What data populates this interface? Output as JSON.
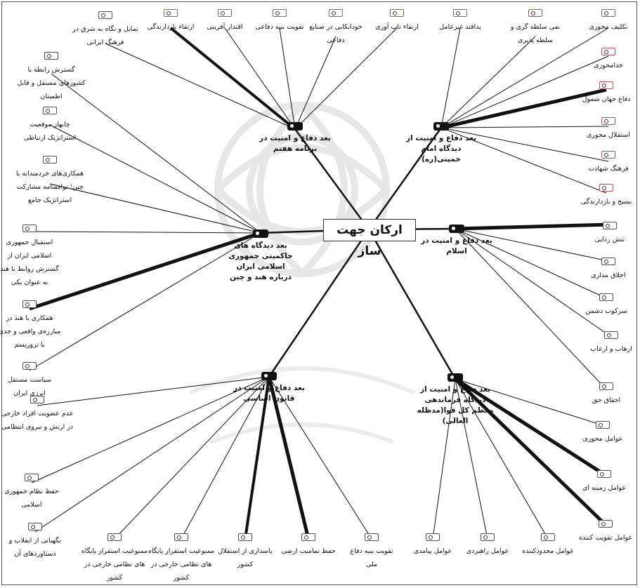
{
  "center_title": "ارکان جهت ساز",
  "branches": [
    {
      "id": "b1",
      "label": "بعد دفاع و امنیت در برنامه هفتم"
    },
    {
      "id": "b2",
      "label": "بعد دفاع و امنیت از دیدگاه امام خمینی(ره)"
    },
    {
      "id": "b3",
      "label": "بعد دیدگاه های حاکمیتی جمهوری اسلامی ایران درباره هند و چین"
    },
    {
      "id": "b4",
      "label": "بعد دفاع و امنیت در اسلام"
    },
    {
      "id": "b5",
      "label": "بعد دفاع و امنیت در قانون اساسی"
    },
    {
      "id": "b6",
      "label": "بعد دفاع و امنیت از دیدگاه فرماندهی معظم کل قوا(مدظله العالی)"
    }
  ],
  "leaves": [
    {
      "text": "تمایل و نگاه به شرق در فرهنگ ایرانی",
      "color": "gray"
    },
    {
      "text": "ارتقاء بازدارندگی",
      "color": "green"
    },
    {
      "text": "اقتدار آفرینی",
      "color": "green"
    },
    {
      "text": "تقویت بنیه دفاعی",
      "color": "green"
    },
    {
      "text": "خودانکایی در صنایع دفاعی",
      "color": "green"
    },
    {
      "text": "ارتقاء تاب آوری",
      "color": "green"
    },
    {
      "text": "پدافند غیرعامل",
      "color": "green"
    },
    {
      "text": "نفی سلطه گری و سلطه پذیری",
      "color": "red"
    },
    {
      "text": "تکلیف محوری",
      "color": "red"
    },
    {
      "text": "خدامحوری",
      "color": "red"
    },
    {
      "text": "دفاع جهان شمول",
      "color": "red"
    },
    {
      "text": "استقلال محوری",
      "color": "red"
    },
    {
      "text": "فرهنگ شهادت",
      "color": "red"
    },
    {
      "text": "بسیج و بازدارندگی",
      "color": "red"
    },
    {
      "text": "گسترش رابطه با کشورهای مستقل و قابل اطمینان",
      "color": "gray"
    },
    {
      "text": "چابهار موقعیت استراتژیک ارتباطی",
      "color": "gray"
    },
    {
      "text": "همکاری‌های خردمندانه با چین؛ توافقنامه مشارکت استراتژیک جامع",
      "color": "gray"
    },
    {
      "text": "استقبال جمهوری اسلامی ایران از گسترش روابط با هند به عنوان یکی",
      "color": "gray"
    },
    {
      "text": "همکاری با هند در مبارزه‌ی واقعی و جدی با تروریسم",
      "color": "gray"
    },
    {
      "text": "سیاست مستقل انرژی ایران",
      "color": "gray"
    },
    {
      "text": "تنش زدایی",
      "color": "gray"
    },
    {
      "text": "اخلاق مداری",
      "color": "gray"
    },
    {
      "text": "سرکوب دشمن",
      "color": "gray"
    },
    {
      "text": "ارهاب و ارعاب",
      "color": "gray"
    },
    {
      "text": "احقاق حق",
      "color": "gray"
    },
    {
      "text": "عدم عضویت افراد خارجی در ارتش و نیروی انتظامی",
      "color": "gray"
    },
    {
      "text": "حفظ نظام جمهوری اسلامی",
      "color": "gray"
    },
    {
      "text": "نگهبانی از انقلاب و دستاوردهای آن",
      "color": "gray"
    },
    {
      "text": "ممنوعیت استقرار پایگاه های نظامی خارجی در کشور",
      "color": "gray"
    },
    {
      "text": "ممنوعیت استقرار پایگاه های نظامی خارجی در کشور",
      "color": "gray"
    },
    {
      "text": "پاسداری از استقلال کشور",
      "color": "gray"
    },
    {
      "text": "حفظ تمامیت ارضی",
      "color": "gray"
    },
    {
      "text": "تقویت بنیه دفاع ملی",
      "color": "gray"
    },
    {
      "text": "عوامل پیامدی",
      "color": "gray"
    },
    {
      "text": "عوامل راهبردی",
      "color": "gray"
    },
    {
      "text": "عوامل محدودکننده",
      "color": "gray"
    },
    {
      "text": "عوامل محوری",
      "color": "gray"
    },
    {
      "text": "عوامل زمینه ای",
      "color": "gray"
    },
    {
      "text": "عوامل تقویت کننده",
      "color": "gray"
    }
  ]
}
